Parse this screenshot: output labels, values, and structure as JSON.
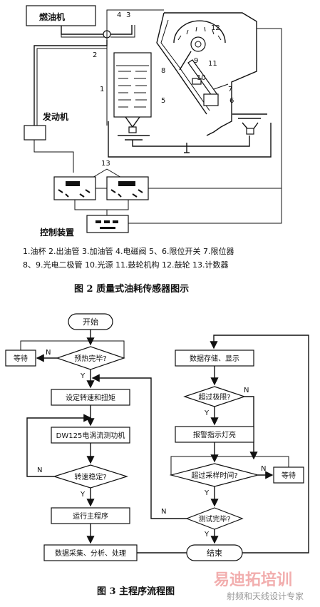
{
  "fig2": {
    "top_labels": {
      "engine_tank": "燃油机",
      "engine": "发动机",
      "control": "控制装置"
    },
    "callouts": [
      "1",
      "2",
      "3",
      "4",
      "5",
      "6",
      "7",
      "8",
      "9",
      "10",
      "11",
      "12",
      "13"
    ],
    "legend_line1": "1.油杯  2.出油管  3.加油管  4.电磁阀  5、6.限位开关 7.限位器",
    "legend_line2": "8、9.光电二极管  10.光源  11.鼓轮机构  12.鼓轮  13.计数器",
    "caption": "图 2   质量式油耗传感器图示"
  },
  "fig3": {
    "start": "开始",
    "preheat": "预热完毕?",
    "wait1": "等待",
    "set_speed": "设定转速和扭矩",
    "dynamometer": "DW125电涡流测功机",
    "speed_stable": "转速稳定?",
    "run_main": "运行主程序",
    "data_proc": "数据采集、分析、处理",
    "store": "数据存储、显示",
    "limit": "超过极限?",
    "alarm": "报警指示灯亮",
    "sample_time": "超过采样时间?",
    "wait2": "等待",
    "test_done": "测试完毕?",
    "end": "结束",
    "yes": "Y",
    "no": "N",
    "caption": "图 3    主程序流程图"
  },
  "watermark": {
    "brand": "易迪拓培训",
    "slogan": "射频和天线设计专家"
  }
}
